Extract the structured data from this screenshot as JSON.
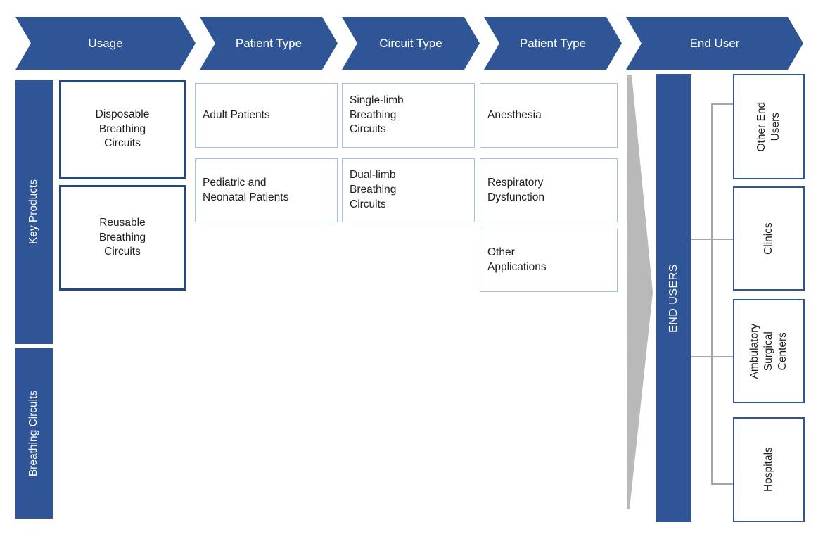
{
  "diagram": {
    "title_context": "Breathing Circuits",
    "banner_steps": [
      "Usage",
      "Patient Type",
      "Circuit Type",
      "Patient Type",
      "End User"
    ],
    "side_labels": {
      "key_products": "Key Products",
      "breathing_circuits": "Breathing Circuits"
    },
    "usage_boxes": [
      "Disposable\nBreathing\nCircuits",
      "Reusable\nBreathing\nCircuits"
    ],
    "patient_type_boxes": [
      "Adult Patients",
      "Pediatric and\nNeonatal Patients"
    ],
    "circuit_type_boxes": [
      "Single-limb\nBreathing\nCircuits",
      "Dual-limb\nBreathing\nCircuits"
    ],
    "application_boxes": [
      "Anesthesia",
      "Respiratory\nDysfunction",
      "Other\nApplications"
    ],
    "end_users": {
      "bar_label": "END USERS",
      "boxes": [
        "Other End\nUsers",
        "Clinics",
        "Ambulatory\nSurgical\nCenters",
        "Hospitals"
      ]
    },
    "colors": {
      "primary_blue": "#2F5597",
      "dark_box_border": "#24477D",
      "light_box_border": "#A3C0E3",
      "funnel_gray": "#B9B9B9",
      "connector_gray": "#A6A6A6"
    }
  }
}
